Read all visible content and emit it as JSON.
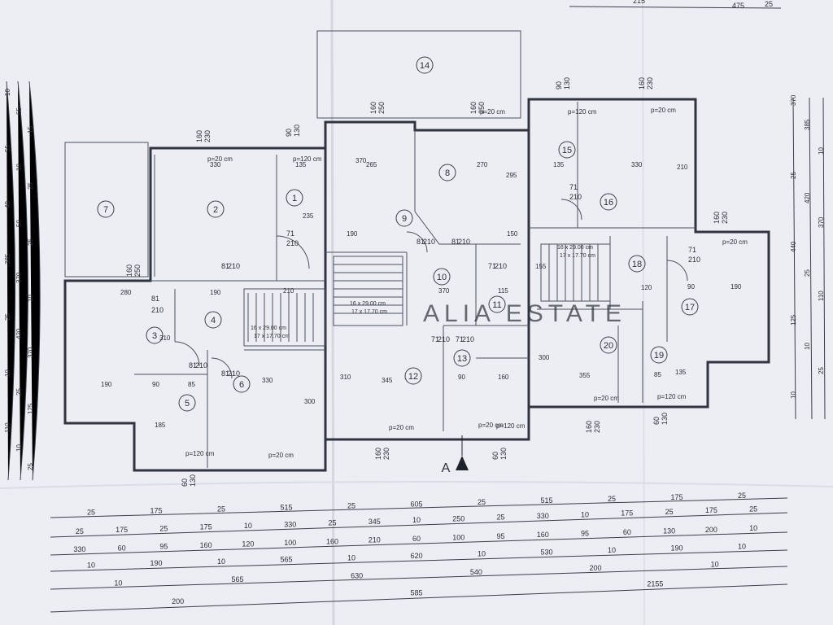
{
  "plan": {
    "rooms": [
      "1",
      "2",
      "3",
      "4",
      "5",
      "6",
      "7",
      "8",
      "9",
      "10",
      "11",
      "12",
      "13",
      "14",
      "15",
      "16",
      "17",
      "18",
      "19",
      "20"
    ],
    "wall_dims": [
      "p=20 cm",
      "p=20 cm",
      "p=20 cm",
      "p=20 cm",
      "p=20 cm",
      "p=20 cm",
      "p=20 cm",
      "p=20 cm",
      "p=120 cm",
      "p=120 cm",
      "p=120 cm",
      "p=120 cm",
      "p=120 cm"
    ],
    "window_labels": [
      "160",
      "250",
      "160",
      "230",
      "90",
      "130",
      "160",
      "250",
      "160",
      "250",
      "90",
      "130",
      "160",
      "230",
      "160",
      "230",
      "160",
      "230",
      "60",
      "130",
      "160",
      "230",
      "60",
      "130",
      "60",
      "130"
    ],
    "door_labels": [
      "71",
      "210",
      "81",
      "210",
      "81",
      "210",
      "81",
      "210",
      "81",
      "210",
      "71",
      "210",
      "71",
      "210",
      "81",
      "210",
      "71",
      "210",
      "81",
      "210",
      "71",
      "210",
      "71",
      "210"
    ],
    "room_sizes": [
      "330",
      "135",
      "265",
      "270",
      "295",
      "135",
      "330",
      "280",
      "190",
      "310",
      "190",
      "90",
      "85",
      "185",
      "330",
      "300",
      "345",
      "310",
      "90",
      "160",
      "355",
      "300",
      "85",
      "135",
      "190",
      "90",
      "235",
      "210",
      "150",
      "190",
      "370",
      "370",
      "115",
      "120",
      "155",
      "210"
    ],
    "stairs": [
      "16 x 29.00 cm",
      "17 x 17.70 cm",
      "16 x 29.00 cm",
      "17 x 17.70 cm",
      "16 x 29.00 cm",
      "17 x 17.70 cm"
    ],
    "section_mark": "A",
    "watermark": "ALIA ESTATE",
    "top_dims": [
      "215",
      "25",
      "475"
    ],
    "left_dims": [
      "10",
      "65",
      "15",
      "55",
      "10",
      "25",
      "40",
      "50",
      "25",
      "385",
      "370",
      "10",
      "25",
      "420",
      "370",
      "10",
      "25",
      "125",
      "110",
      "10",
      "25"
    ],
    "right_dims": [
      "370",
      "385",
      "10",
      "25",
      "420",
      "370",
      "440",
      "25",
      "110",
      "125",
      "10",
      "25",
      "10"
    ],
    "bottom_rows": [
      [
        "25",
        "175",
        "25",
        "515",
        "25",
        "605",
        "25",
        "515",
        "25",
        "175",
        "25"
      ],
      [
        "25",
        "175",
        "25",
        "175",
        "10",
        "330",
        "25",
        "345",
        "10",
        "250",
        "25",
        "330",
        "10",
        "175",
        "25",
        "175",
        "25"
      ],
      [
        "330",
        "60",
        "95",
        "160",
        "120",
        "100",
        "160",
        "210",
        "60",
        "100",
        "95",
        "160",
        "95",
        "60",
        "130",
        "200",
        "10"
      ],
      [
        "10",
        "190",
        "10",
        "565",
        "10",
        "620",
        "10",
        "530",
        "10",
        "190",
        "10"
      ],
      [
        "10",
        "565",
        "630",
        "540",
        "200",
        "10"
      ],
      [
        "200",
        "585",
        "2155"
      ]
    ]
  }
}
